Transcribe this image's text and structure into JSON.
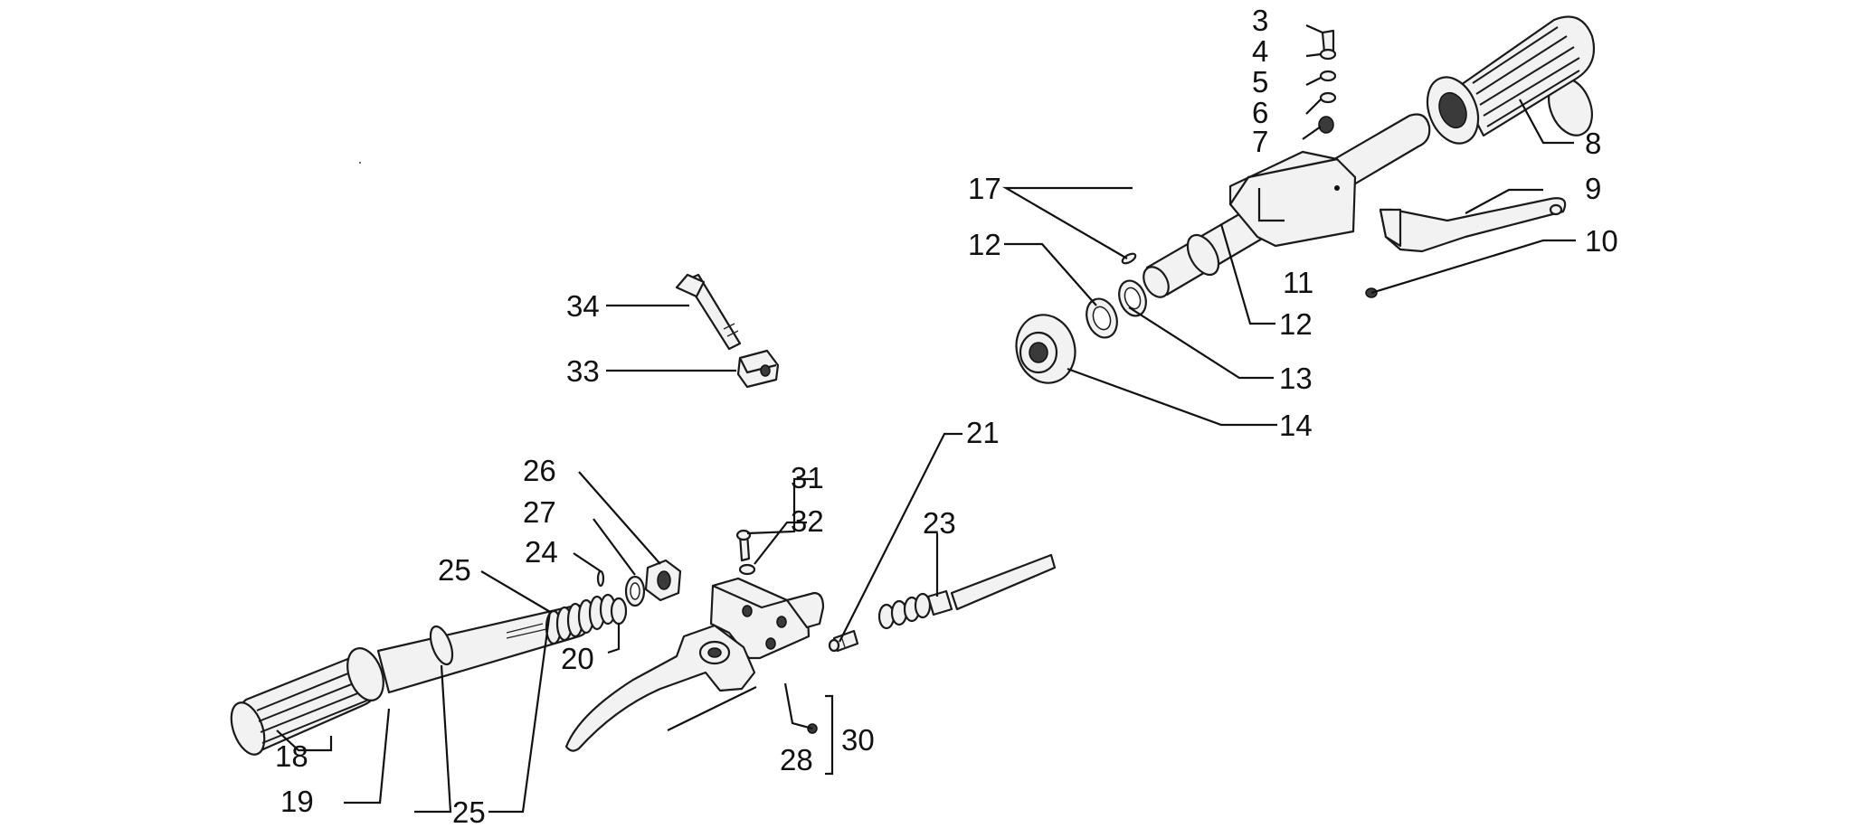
{
  "diagram": {
    "callouts": [
      {
        "id": "3",
        "text": "3"
      },
      {
        "id": "4",
        "text": "4"
      },
      {
        "id": "5",
        "text": "5"
      },
      {
        "id": "6",
        "text": "6"
      },
      {
        "id": "7",
        "text": "7"
      },
      {
        "id": "8",
        "text": "8"
      },
      {
        "id": "9",
        "text": "9"
      },
      {
        "id": "10",
        "text": "10"
      },
      {
        "id": "11",
        "text": "11"
      },
      {
        "id": "12a",
        "text": "12"
      },
      {
        "id": "12b",
        "text": "12"
      },
      {
        "id": "13",
        "text": "13"
      },
      {
        "id": "14",
        "text": "14"
      },
      {
        "id": "17",
        "text": "17"
      },
      {
        "id": "18",
        "text": "18"
      },
      {
        "id": "19",
        "text": "19"
      },
      {
        "id": "20",
        "text": "20"
      },
      {
        "id": "21",
        "text": "21"
      },
      {
        "id": "23",
        "text": "23"
      },
      {
        "id": "24",
        "text": "24"
      },
      {
        "id": "25a",
        "text": "25"
      },
      {
        "id": "25b",
        "text": "25"
      },
      {
        "id": "26",
        "text": "26"
      },
      {
        "id": "27",
        "text": "27"
      },
      {
        "id": "28",
        "text": "28"
      },
      {
        "id": "30",
        "text": "30"
      },
      {
        "id": "31",
        "text": "31"
      },
      {
        "id": "32",
        "text": "32"
      },
      {
        "id": "33",
        "text": "33"
      },
      {
        "id": "34",
        "text": "34"
      }
    ]
  }
}
